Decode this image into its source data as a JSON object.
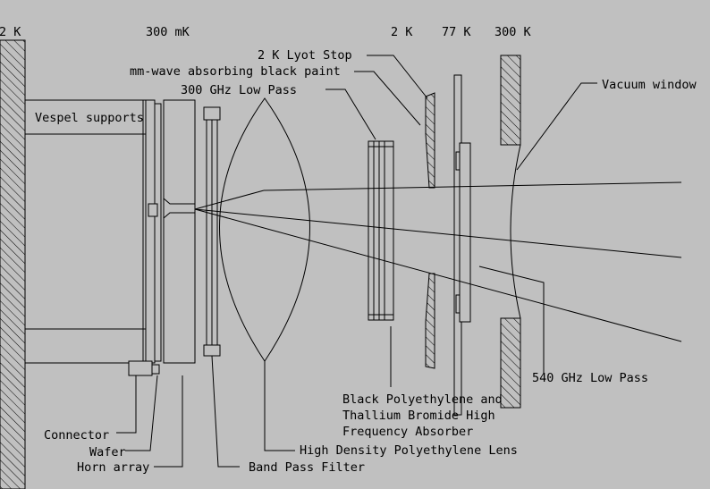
{
  "colors": {
    "background": "#c0c0c0",
    "ink": "#000000"
  },
  "labels": {
    "temp_2k_left": "2 K",
    "temp_300mk": "300 mK",
    "temp_2k": "2 K",
    "temp_77k": "77 K",
    "temp_300k": "300 K",
    "lyot_stop": "2 K Lyot Stop",
    "black_paint": "mm-wave absorbing black paint",
    "low_pass_300": "300 GHz Low Pass",
    "vacuum_window": "Vacuum window",
    "vespel": "Vespel supports",
    "absorber_line1": "Black Polyethylene and",
    "absorber_line2": "Thallium Bromide High",
    "absorber_line3": "Frequency Absorber",
    "low_pass_540": "540 GHz Low Pass",
    "connector": "Connector",
    "wafer": "Wafer",
    "horn_array": "Horn array",
    "lens": "High Density Polyethylene Lens",
    "band_pass": "Band Pass Filter"
  }
}
